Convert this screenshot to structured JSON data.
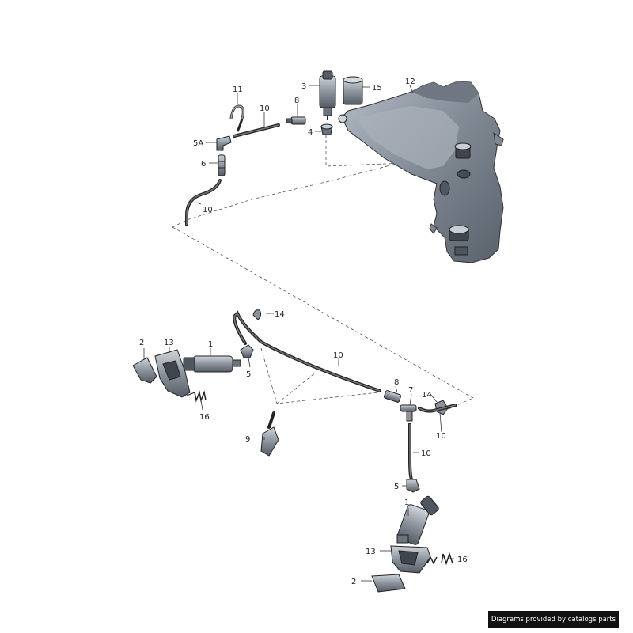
{
  "callouts": {
    "c1_top": "1",
    "c1_bottom": "1",
    "c2_top": "2",
    "c2_bottom": "2",
    "c3": "3",
    "c4": "4",
    "c5_top": "5",
    "c5_bottom": "5",
    "c5a": "5A",
    "c6": "6",
    "c7": "7",
    "c8_top": "8",
    "c8_mid": "8",
    "c9": "9",
    "c10_a": "10",
    "c10_b": "10",
    "c10_c": "10",
    "c10_d": "10",
    "c10_e": "10",
    "c11": "11",
    "c12": "12",
    "c13_top": "13",
    "c13_bottom": "13",
    "c14_a": "14",
    "c14_b": "14",
    "c15": "15",
    "c16_top": "16",
    "c16_bottom": "16"
  },
  "credit": "Diagrams provided by catalogs parts",
  "colors": {
    "part_fill": "#8f98a4",
    "part_shadow": "#5e6670",
    "part_light": "#c9cfd6",
    "line": "#222222"
  }
}
